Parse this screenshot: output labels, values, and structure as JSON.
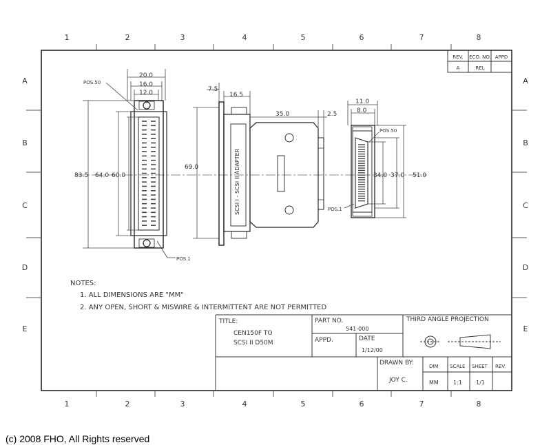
{
  "border": {
    "col_labels": [
      "1",
      "2",
      "3",
      "4",
      "5",
      "6",
      "7",
      "8"
    ],
    "row_labels": [
      "A",
      "B",
      "C",
      "D",
      "E"
    ]
  },
  "revision_block": {
    "headers": [
      "REV.",
      "ECO. NO.",
      "APPD"
    ],
    "values": [
      "A",
      "REL",
      ""
    ]
  },
  "left_view": {
    "dim_top_outer": "20.0",
    "dim_top_mid": "16.0",
    "dim_top_inner": "12.0",
    "dim_total_height": "83.5",
    "dim_height_a": "64.0",
    "dim_height_b": "60.0",
    "pos_top_label": "POS.50",
    "pos_bottom_label": "POS.1"
  },
  "side_view": {
    "dim_flange": "7.5",
    "dim_body": "16.5",
    "dim_height": "69.0",
    "dim_length": "35.0",
    "dim_tip": "2.5",
    "label_text": "SCSI I - SCSI II ADAPTER"
  },
  "right_view": {
    "dim_outer": "11.0",
    "dim_inner": "8.0",
    "dim_h1": "34.0",
    "dim_h2": "37.0",
    "dim_h3": "51.0",
    "pos_top_label": "POS.50",
    "pos_bottom_label": "POS.1"
  },
  "notes": {
    "heading": "NOTES:",
    "items": [
      "1. ALL DIMENSIONS ARE \"MM\"",
      "2. ANY OPEN, SHORT & MISWIRE & INTERMITTENT ARE NOT PERMITTED"
    ]
  },
  "title_block": {
    "title_label": "TITLE:",
    "title_line1": "CEN150F TO",
    "title_line2": "SCSI II D50M",
    "part_label": "PART NO.",
    "part_value": "541-000",
    "appd_label": "APPD.",
    "date_label": "DATE",
    "date_value": "1/12/00",
    "projection_label": "THIRD ANGLE PROJECTION",
    "drawn_label": "DRAWN BY:",
    "drawn_value": "JOY C.",
    "dim_label": "DIM",
    "dim_value": "MM",
    "scale_label": "SCALE",
    "scale_value": "1:1",
    "sheet_label": "SHEET",
    "sheet_value": "1/1",
    "rev_label": "REV."
  },
  "copyright": "(c) 2008 FHO, All Rights reserved"
}
